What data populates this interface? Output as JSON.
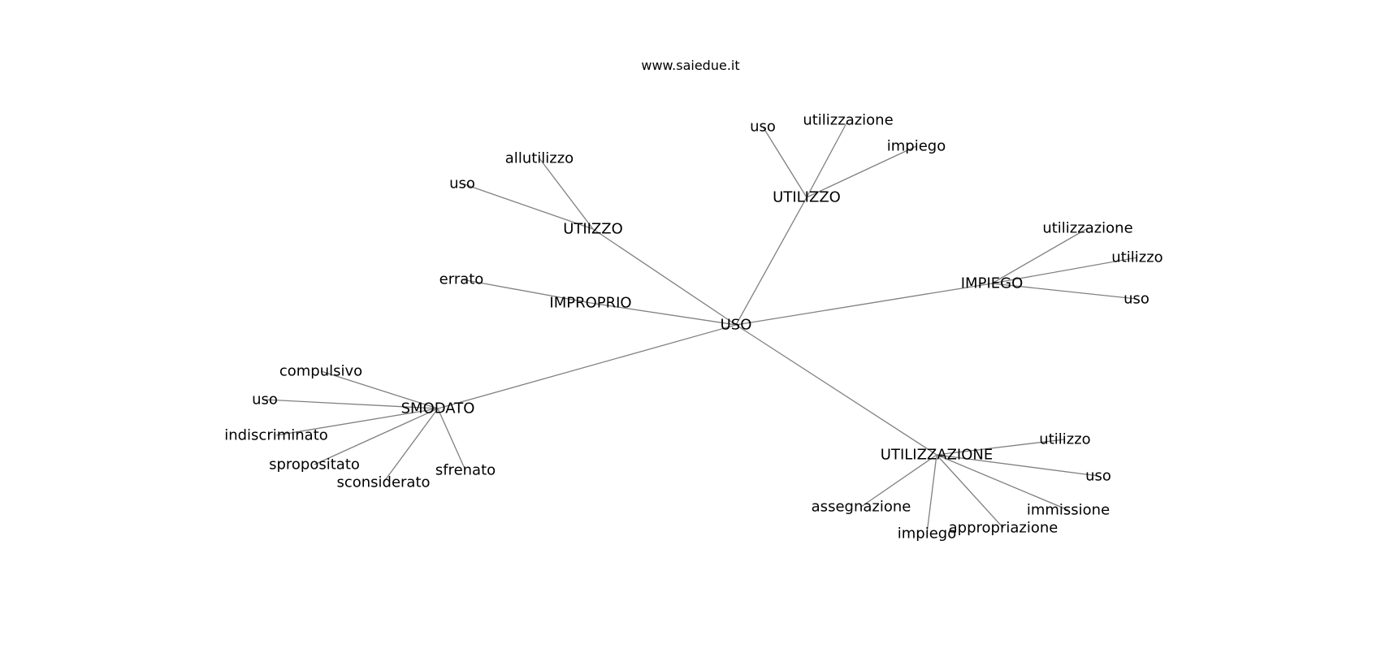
{
  "header": {
    "caption": "www.saiedue.it"
  },
  "graph": {
    "nodes": [
      {
        "id": "uso_root",
        "label": "USO"
      },
      {
        "id": "utiizzo",
        "label": "UTIIZZO"
      },
      {
        "id": "utilizzo",
        "label": "UTILIZZO"
      },
      {
        "id": "improprio",
        "label": "IMPROPRIO"
      },
      {
        "id": "impiego",
        "label": "IMPIEGO"
      },
      {
        "id": "smodato",
        "label": "SMODATO"
      },
      {
        "id": "utilizzazione",
        "label": "UTILIZZAZIONE"
      },
      {
        "id": "l_allutilizzo",
        "label": "allutilizzo"
      },
      {
        "id": "l_uso1",
        "label": "uso"
      },
      {
        "id": "l_uso2",
        "label": "uso"
      },
      {
        "id": "l_utilizzazione1",
        "label": "utilizzazione"
      },
      {
        "id": "l_impiego1",
        "label": "impiego"
      },
      {
        "id": "l_errato",
        "label": "errato"
      },
      {
        "id": "l_utilizzazione2",
        "label": "utilizzazione"
      },
      {
        "id": "l_utilizzo1",
        "label": "utilizzo"
      },
      {
        "id": "l_uso3",
        "label": "uso"
      },
      {
        "id": "l_compulsivo",
        "label": "compulsivo"
      },
      {
        "id": "l_uso4",
        "label": "uso"
      },
      {
        "id": "l_indiscriminato",
        "label": "indiscriminato"
      },
      {
        "id": "l_spropositato",
        "label": "spropositato"
      },
      {
        "id": "l_sconsiderato",
        "label": "sconsiderato"
      },
      {
        "id": "l_sfrenato",
        "label": "sfrenato"
      },
      {
        "id": "l_utilizzo2",
        "label": "utilizzo"
      },
      {
        "id": "l_uso5",
        "label": "uso"
      },
      {
        "id": "l_immissione",
        "label": "immissione"
      },
      {
        "id": "l_appropriazione",
        "label": "appropriazione"
      },
      {
        "id": "l_impiego2",
        "label": "impiego"
      },
      {
        "id": "l_assegnazione",
        "label": "assegnazione"
      }
    ],
    "edges": [
      [
        "uso_root",
        "utiizzo"
      ],
      [
        "uso_root",
        "utilizzo"
      ],
      [
        "uso_root",
        "improprio"
      ],
      [
        "uso_root",
        "impiego"
      ],
      [
        "uso_root",
        "smodato"
      ],
      [
        "uso_root",
        "utilizzazione"
      ],
      [
        "utiizzo",
        "l_allutilizzo"
      ],
      [
        "utiizzo",
        "l_uso1"
      ],
      [
        "utilizzo",
        "l_uso2"
      ],
      [
        "utilizzo",
        "l_utilizzazione1"
      ],
      [
        "utilizzo",
        "l_impiego1"
      ],
      [
        "improprio",
        "l_errato"
      ],
      [
        "impiego",
        "l_utilizzazione2"
      ],
      [
        "impiego",
        "l_utilizzo1"
      ],
      [
        "impiego",
        "l_uso3"
      ],
      [
        "smodato",
        "l_compulsivo"
      ],
      [
        "smodato",
        "l_uso4"
      ],
      [
        "smodato",
        "l_indiscriminato"
      ],
      [
        "smodato",
        "l_spropositato"
      ],
      [
        "smodato",
        "l_sconsiderato"
      ],
      [
        "smodato",
        "l_sfrenato"
      ],
      [
        "utilizzazione",
        "l_utilizzo2"
      ],
      [
        "utilizzazione",
        "l_uso5"
      ],
      [
        "utilizzazione",
        "l_immissione"
      ],
      [
        "utilizzazione",
        "l_appropriazione"
      ],
      [
        "utilizzazione",
        "l_impiego2"
      ],
      [
        "utilizzazione",
        "l_assegnazione"
      ]
    ]
  }
}
